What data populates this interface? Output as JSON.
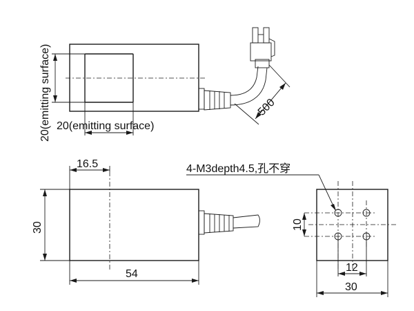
{
  "top_view": {
    "emitting_height_label": "20(emitting surface)",
    "emitting_width_label": "20(emitting surface)",
    "cable_length_label": "500"
  },
  "front_view": {
    "offset_label": "16.5",
    "height_label": "30",
    "length_label": "54"
  },
  "end_view": {
    "hole_note": "4-M3depth4.5,孔不穿",
    "hole_pitch_vertical_label": "10",
    "hole_pitch_horizontal_label": "12",
    "width_label": "30"
  }
}
